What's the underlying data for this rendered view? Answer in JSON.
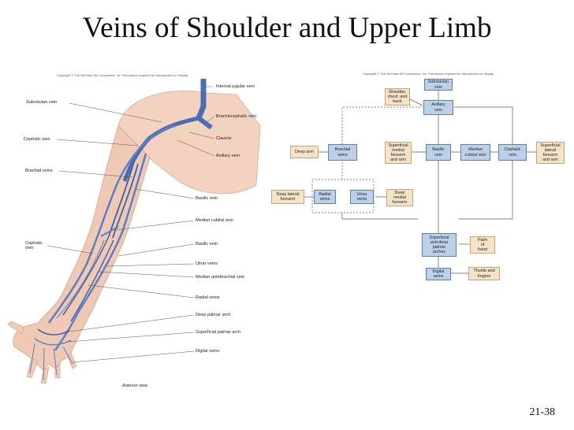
{
  "title": "Veins of Shoulder and Upper Limb",
  "slide_number": "21-38",
  "left_figure": {
    "copyright": "Copyright © The McGraw-Hill Companies, Inc. Permission required for reproduction or display.",
    "labels_left": [
      "Subclavian vein",
      "Cephalic vein",
      "Brachial veins",
      "Cephalic vein"
    ],
    "labels_right": [
      "Internal jugular vein",
      "Brachiocephalic vein",
      "Clavicle",
      "Axillary vein",
      "Basilic vein",
      "Median cubital vein",
      "Basilic vein",
      "Ulnar veins",
      "Median antebrachial vein",
      "Radial veins",
      "Deep palmar arch",
      "Superficial palmar arch",
      "Digital veins"
    ],
    "view_label": "Anterior view"
  },
  "right_figure": {
    "copyright": "Copyright © The McGraw-Hill Companies, Inc. Permission required for reproduction or display.",
    "boxes": {
      "subclavian": "Subclavian\nvein",
      "shoulder": "Shoulder,\nchest, and\nback",
      "axillary": "Axillary\nvein",
      "deep_arm": "Deep arm",
      "brachial": "Brachial\nveins",
      "superficial_medial": "Superficial\nmedial\nforearm\nand arm",
      "basilic": "Basilic\nvein",
      "median_cubital": "Median\ncubital vein",
      "cephalic": "Cephalic\nvein",
      "superficial_lateral": "Superficial\nlateral\nforearm\nand arm",
      "deep_lateral": "Deep lateral\nforearm",
      "radial": "Radial\nveins",
      "ulnar": "Ulnar\nveins",
      "deep_medial": "Deep\nmedial\nforearm",
      "palmar_arches": "Superficial\nand deep\npalmar\narches",
      "palm": "Palm\nof\nhand",
      "digital": "Digital\nveins",
      "thumb": "Thumb and\nfingers"
    }
  }
}
